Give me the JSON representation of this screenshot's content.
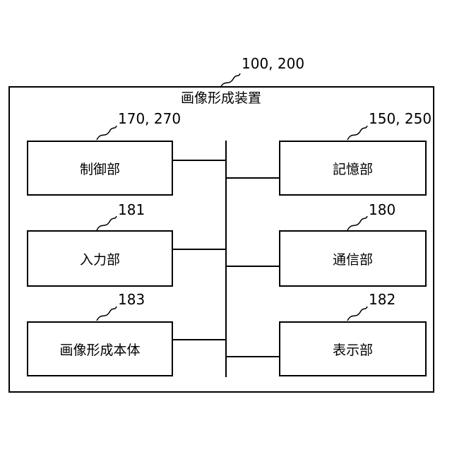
{
  "device": {
    "ref": "100, 200",
    "title": "画像形成装置"
  },
  "left_blocks": [
    {
      "ref": "170, 270",
      "label": "制御部"
    },
    {
      "ref": "181",
      "label": "入力部"
    },
    {
      "ref": "183",
      "label": "画像形成本体"
    }
  ],
  "right_blocks": [
    {
      "ref": "150, 250",
      "label": "記憶部"
    },
    {
      "ref": "180",
      "label": "通信部"
    },
    {
      "ref": "182",
      "label": "表示部"
    }
  ]
}
